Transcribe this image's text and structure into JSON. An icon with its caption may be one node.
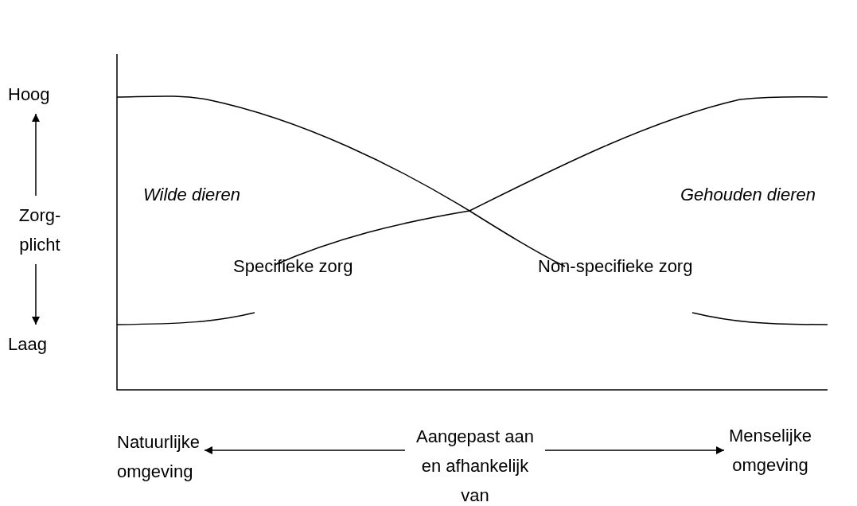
{
  "diagram": {
    "nodes": [
      {
        "text": [
          "Hoog"
        ]
      },
      {
        "text": [
          "Zorg- plicht"
        ]
      },
      {
        "text": [
          "Laag"
        ]
      },
      {
        "text": [
          "Natuurlijke omgeving"
        ]
      },
      {
        "text": [
          "Aangepast aan en afhankelijk van"
        ]
      },
      {
        "text": [
          "Menselijke omgeving"
        ]
      }
    ],
    "edges": [
      {
        "from": 1,
        "to": 0,
        "arrow": "to"
      },
      {
        "from": 1,
        "to": 2,
        "arrow": "to"
      },
      {
        "from": 4,
        "to": 3,
        "arrow": "to"
      },
      {
        "from": 4,
        "to": 5,
        "arrow": "to"
      }
    ],
    "labels": [
      "Wilde dieren",
      "Gehouden dieren",
      "Specifieke zorg",
      "Non-specifieke zorg"
    ]
  }
}
